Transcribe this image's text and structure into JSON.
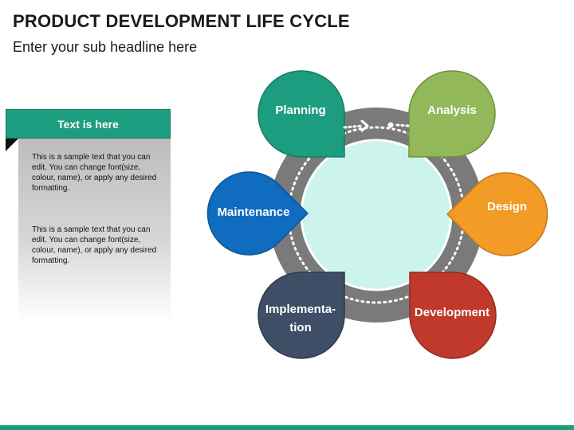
{
  "page": {
    "title": "PRODUCT DEVELOPMENT LIFE CYCLE",
    "subtitle": "Enter your sub headline here"
  },
  "sidebar": {
    "header": "Text is here",
    "paragraphs": [
      "This is a sample text that you can edit. You can change font(size, colour, name), or apply any desired formatting.",
      "This is a sample text that you can edit. You can change font(size, colour, name), or apply any desired formatting."
    ]
  },
  "cycle": {
    "center_color": "#cdf4ec",
    "ring_color": "#7a7a7a",
    "stages": [
      {
        "name": "Planning",
        "color": "#1d9d7f"
      },
      {
        "name": "Analysis",
        "color": "#92b85a"
      },
      {
        "name": "Design",
        "color": "#f29b26"
      },
      {
        "name": "Development",
        "color": "#c0392b"
      },
      {
        "name": "Implementation",
        "line1": "Implementa-",
        "line2": "tion",
        "color": "#3d4e66"
      },
      {
        "name": "Maintenance",
        "color": "#0f6cbf"
      }
    ]
  },
  "colors": {
    "accent": "#1d9d7f",
    "title_text": "#1a1a1a"
  }
}
